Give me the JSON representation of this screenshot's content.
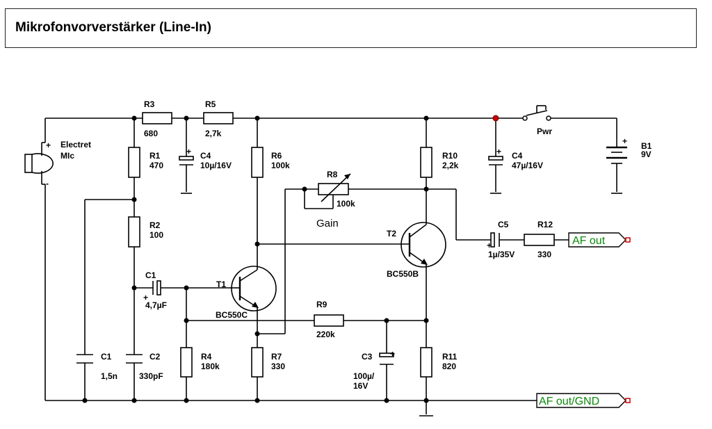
{
  "title": "Mikrofonvorverstärker (Line-In)",
  "components": {
    "mic": {
      "name": "Electret",
      "name2": "MIc",
      "plus": "+",
      "minus": "-"
    },
    "r3": {
      "ref": "R3",
      "value": "680"
    },
    "r5": {
      "ref": "R5",
      "value": "2,7k"
    },
    "r1": {
      "ref": "R1",
      "value": "470"
    },
    "c4a": {
      "ref": "C4",
      "value": "10µ/16V",
      "plus": "+"
    },
    "r6": {
      "ref": "R6",
      "value": "100k"
    },
    "r8": {
      "ref": "R8",
      "value": "100k",
      "label": "Gain"
    },
    "r10": {
      "ref": "R10",
      "value": "2,2k"
    },
    "c4b": {
      "ref": "C4",
      "value": "47µ/16V",
      "plus": "+"
    },
    "switch": {
      "label": "Pwr"
    },
    "battery": {
      "ref": "B1",
      "value": "9V",
      "plus": "+"
    },
    "r2": {
      "ref": "R2",
      "value": "100"
    },
    "t2": {
      "ref": "T2",
      "value": "BC550B"
    },
    "c5": {
      "ref": "C5",
      "value": "1µ/35V",
      "plus": "+"
    },
    "r12": {
      "ref": "R12",
      "value": "330"
    },
    "c1a": {
      "ref": "C1",
      "value": "4,7µF",
      "plus": "+"
    },
    "t1": {
      "ref": "T1",
      "value": "BC550C"
    },
    "r9": {
      "ref": "R9",
      "value": "220k"
    },
    "c1b": {
      "ref": "C1",
      "value": "1,5n"
    },
    "c2": {
      "ref": "C2",
      "value": "330pF"
    },
    "r4": {
      "ref": "R4",
      "value": "180k"
    },
    "r7": {
      "ref": "R7",
      "value": "330"
    },
    "c3": {
      "ref": "C3",
      "value": "100µ/",
      "value2": "16V",
      "plus": "+"
    },
    "r11": {
      "ref": "R11",
      "value": "820"
    }
  },
  "ports": {
    "af_out": "AF out",
    "af_gnd": "AF out/GND"
  },
  "colors": {
    "wire": "#000000",
    "port_text": "#0a8a0a",
    "port_tip": "#cc0000",
    "junction_red": "#cc0000"
  }
}
